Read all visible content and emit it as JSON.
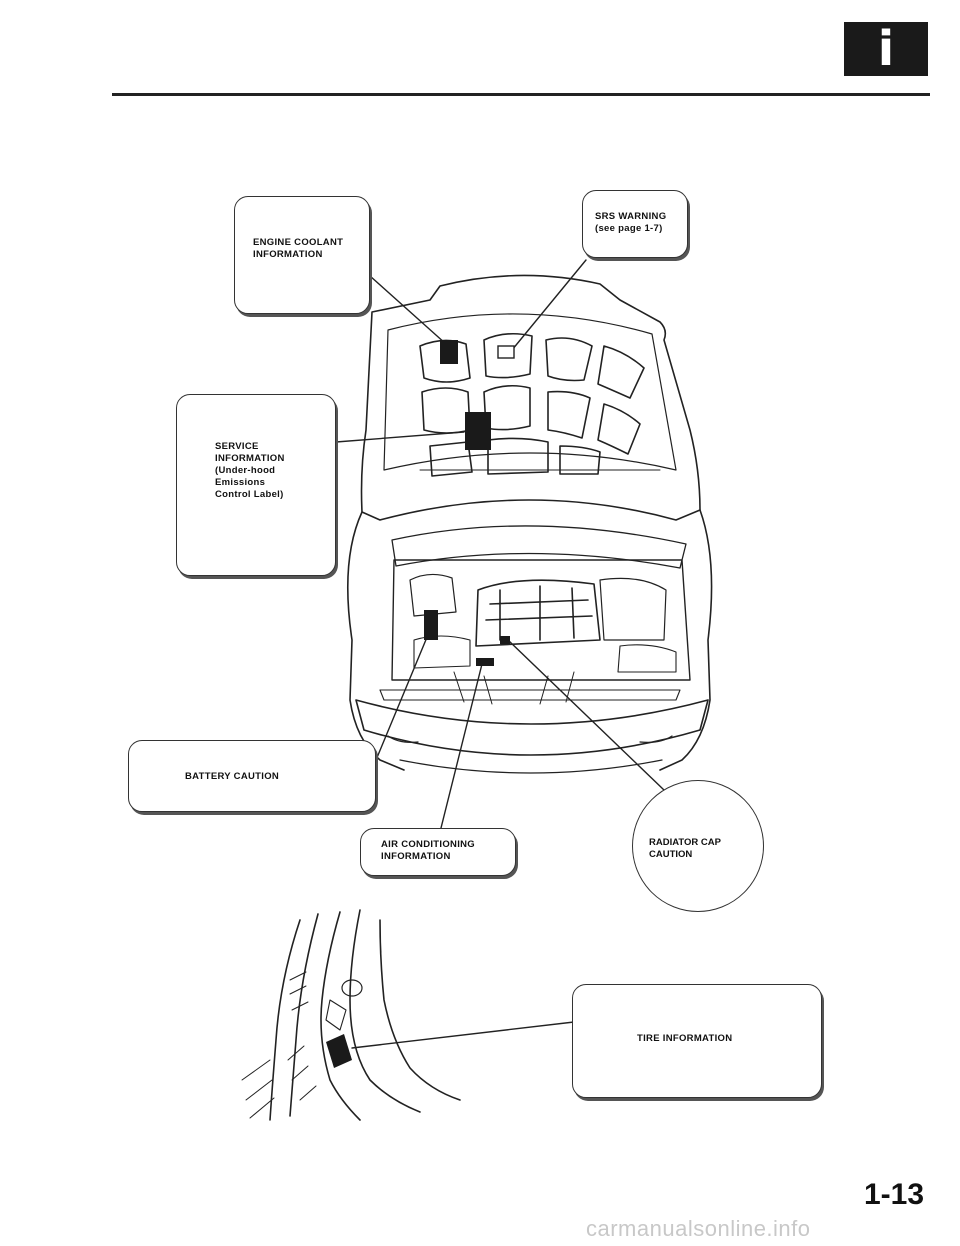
{
  "header": {
    "badge_glyph": "i",
    "badge_icon": "info-icon"
  },
  "callouts": {
    "engine_coolant": "ENGINE COOLANT\nINFORMATION",
    "srs_warning": "SRS WARNING\n(see page 1-7)",
    "service_information": "SERVICE\nINFORMATION\n(Under-hood\nEmissions\nControl Label)",
    "battery_caution": "BATTERY CAUTION",
    "air_conditioning": "AIR CONDITIONING\nINFORMATION",
    "radiator_cap": "RADIATOR CAP\nCAUTION",
    "tire_information": "TIRE INFORMATION"
  },
  "footer": {
    "page_number": "1-13",
    "watermark": "carmanualsonline.info"
  },
  "colors": {
    "ink": "#111111",
    "label_fill": "#1a1a1a",
    "watermark": "#c8c8c8"
  }
}
